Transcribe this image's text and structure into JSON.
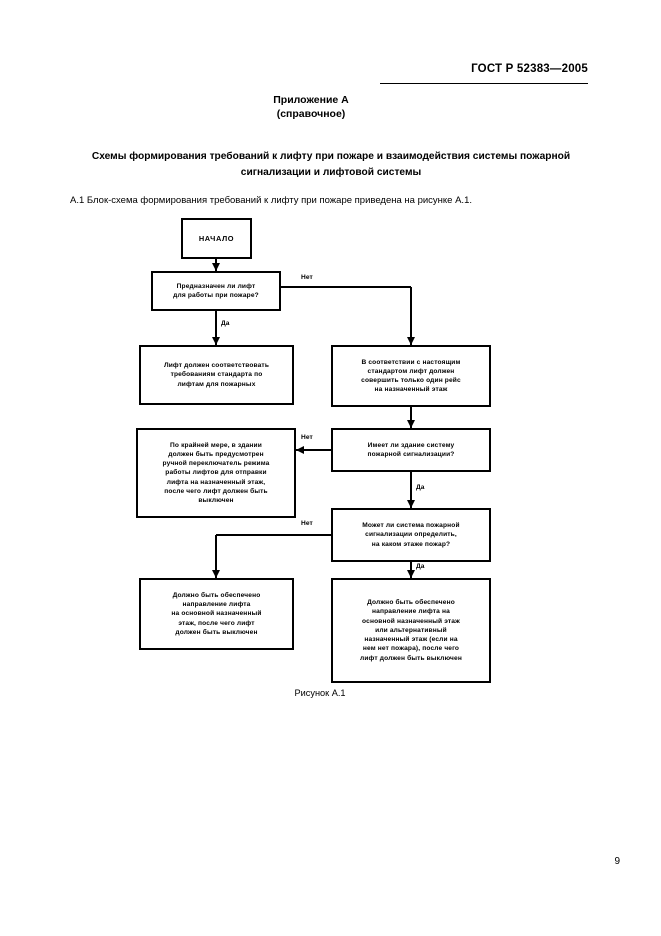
{
  "header": {
    "doc_code": "ГОСТ Р 52383—2005"
  },
  "appendix": {
    "line1": "Приложение А",
    "line2": "(справочное)"
  },
  "title": {
    "line1": "Схемы формирования требований к лифту при пожаре и взаимодействия системы пожарной",
    "line2": "сигнализации и лифтовой системы"
  },
  "intro": {
    "text": "А.1  Блок-схема формирования требований к лифту при пожаре приведена на рисунке А.1."
  },
  "flowchart": {
    "nodes": {
      "start": "НАЧАЛО",
      "decision1": "Предназначен ли лифт\nдля работы при пожаре?",
      "action1": "Лифт должен соответствовать\nтребованиям стандарта по\nлифтам для пожарных",
      "action2": "В соответствии с настоящим\nстандартом лифт должен\nсовершить только один рейс\nна назначенный этаж",
      "decision2": "Имеет ли здание систему\nпожарной сигнализации?",
      "action3": "По крайней мере, в здании\nдолжен быть предусмотрен\nручной переключатель режима\nработы лифтов для отправки\nлифта на назначенный этаж,\nпосле чего лифт должен быть\nвыключен",
      "decision3": "Может ли система пожарной\nсигнализации определить,\nна каком этаже пожар?",
      "action4": "Должно быть обеспечено\nнаправление лифта\nна основной назначенный\nэтаж, после чего лифт\nдолжен быть выключен",
      "action5": "Должно быть обеспечено\nнаправление лифта на\nосновной назначенный этаж\nили альтернативный\nназначенный этаж (если на\nнем нет пожара), после чего\nлифт должен быть выключен"
    },
    "edge_labels": {
      "d1_no": "Нет",
      "d1_yes": "Да",
      "d2_no": "Нет",
      "d2_yes": "Да",
      "d3_no": "Нет",
      "d3_yes": "Да"
    }
  },
  "figure_caption": "Рисунок А.1",
  "page_number": "9",
  "colors": {
    "ink": "#000000",
    "paper": "#ffffff"
  }
}
